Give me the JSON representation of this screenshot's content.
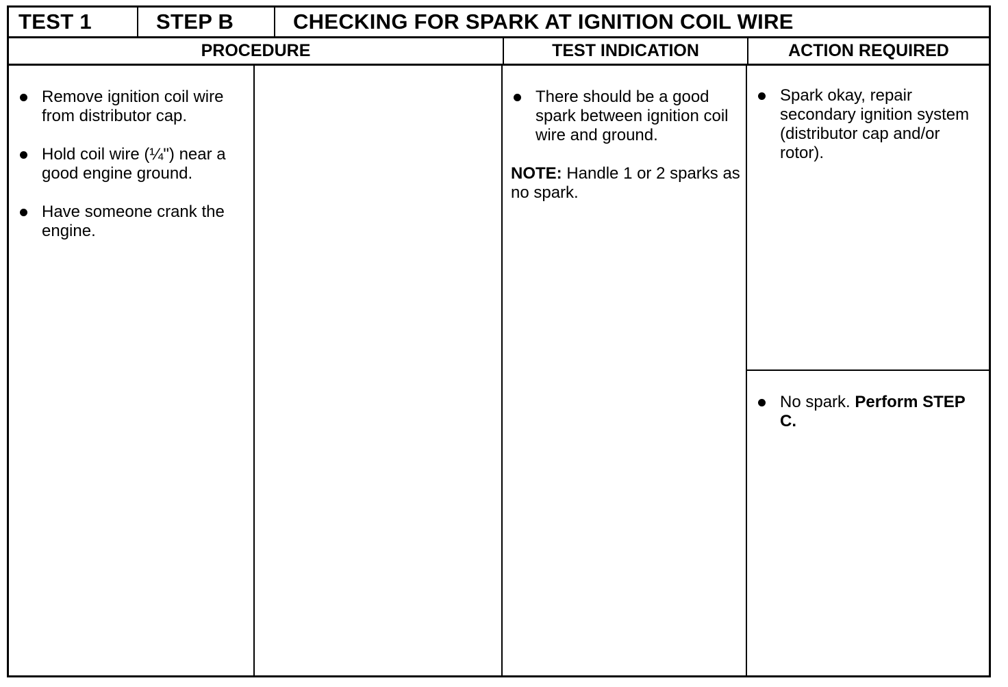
{
  "header": {
    "test": "TEST 1",
    "step": "STEP B",
    "title": "CHECKING FOR SPARK AT IGNITION COIL WIRE"
  },
  "columns": {
    "procedure": "PROCEDURE",
    "test_indication": "TEST INDICATION",
    "action_required": "ACTION REQUIRED"
  },
  "procedure": [
    "Remove ignition coil wire from distributor cap.",
    "Hold coil wire (¼\") near a good engine ground.",
    "Have someone crank the engine."
  ],
  "test_indication": {
    "bullet": "There should be a good spark between ignition coil wire and ground.",
    "note_label": "NOTE:",
    "note_text": "Handle 1 or 2 sparks as no spark."
  },
  "action_required": {
    "ok": "Spark okay, repair secondary ignition system (distributor cap and/or rotor).",
    "no_spark_text": "No spark.",
    "no_spark_action": "Perform STEP C."
  }
}
